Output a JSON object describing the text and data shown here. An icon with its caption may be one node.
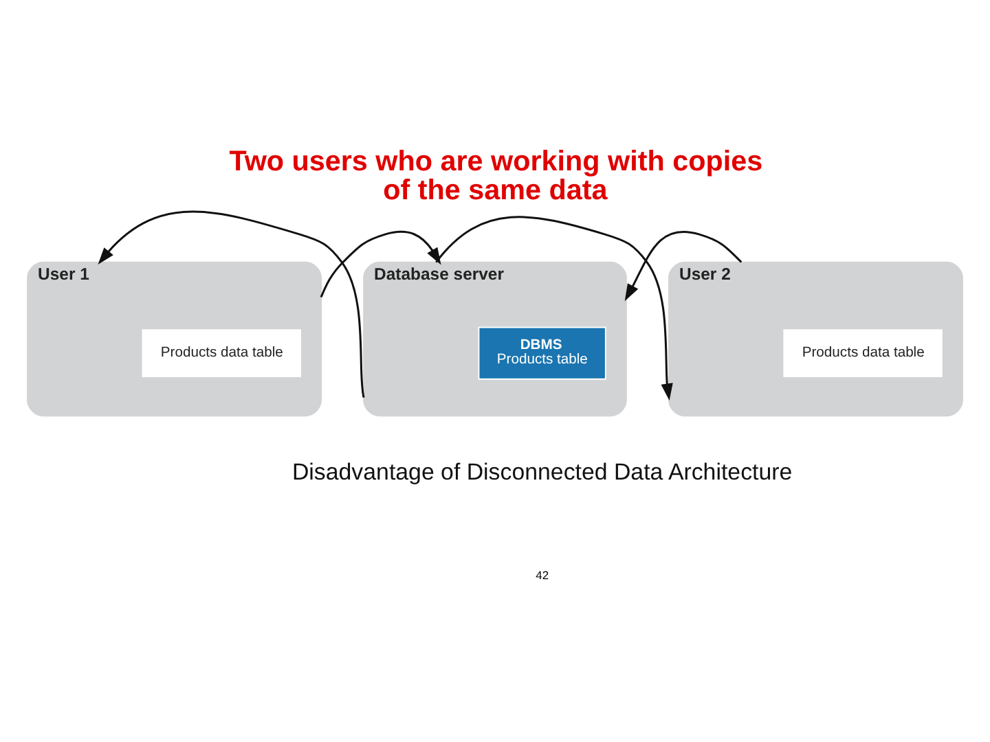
{
  "diagram": {
    "title": "Two users who are working with copies of the same data",
    "caption": "Disadvantage of Disconnected Data Architecture",
    "nodes": [
      {
        "text": [
          "User 1"
        ]
      },
      {
        "text": [
          "Products data table"
        ],
        "in": 0
      },
      {
        "text": [
          "Database server"
        ]
      },
      {
        "text": [
          "DBMS",
          "Products table"
        ],
        "in": 2
      },
      {
        "text": [
          "User 2"
        ]
      },
      {
        "text": [
          "Products data table"
        ],
        "in": 4
      }
    ],
    "edges": [
      {
        "from": 0,
        "to": 2,
        "arrow": "to"
      },
      {
        "from": 2,
        "to": 0,
        "arrow": "to"
      },
      {
        "from": 4,
        "to": 2,
        "arrow": "to"
      },
      {
        "from": 2,
        "to": 4,
        "arrow": "to"
      }
    ],
    "labels": [
      "42"
    ]
  }
}
